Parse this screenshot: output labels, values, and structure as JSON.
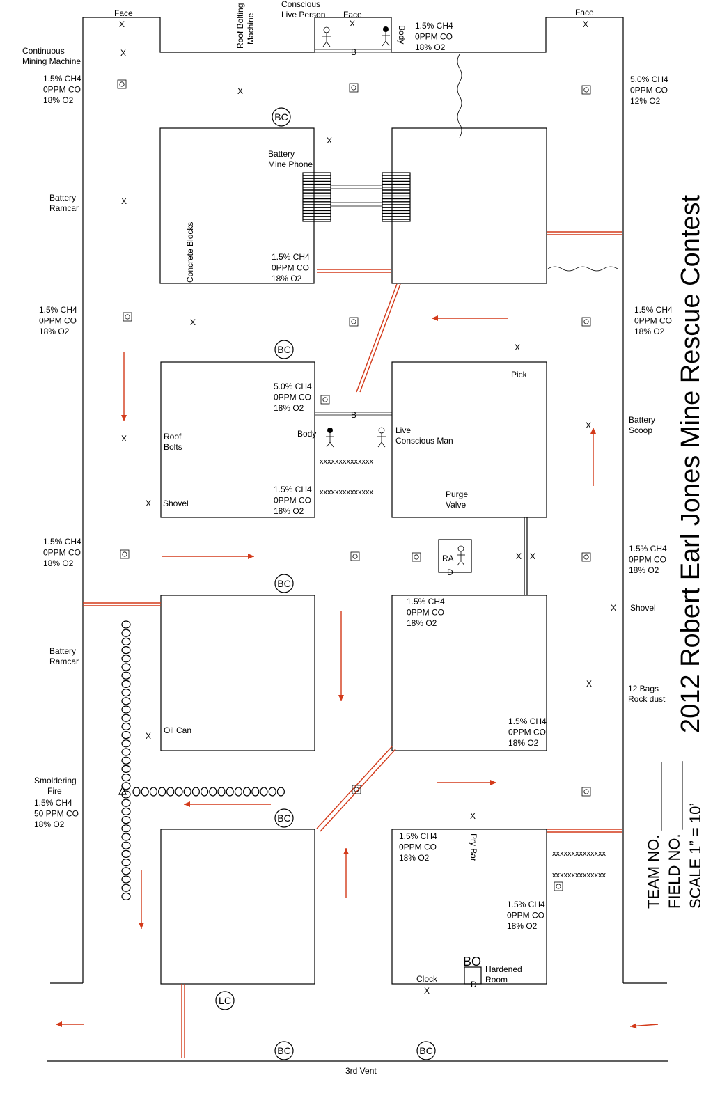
{
  "title": "2012 Robert Earl Jones Mine Rescue Contest",
  "footer": {
    "team_no": "TEAM NO. ________",
    "field_no": "FIELD NO. ________",
    "scale": "SCALE  1” = 10’"
  },
  "bottom_label": "3rd Vent",
  "face_label": "Face",
  "x_mark": "X",
  "fan_mark": "◎",
  "texts": {
    "continuous_mining_machine": [
      "Continuous",
      "Mining Machine"
    ],
    "roof_bolting_machine": [
      "Roof Bolting",
      "Machine"
    ],
    "conscious_live_person": [
      "Conscious",
      "Live Person"
    ],
    "body": "Body",
    "battery_mine_phone": [
      "Battery",
      "Mine Phone"
    ],
    "concrete_blocks": "Concrete Blocks",
    "battery_ramcar": [
      "Battery",
      "Ramcar"
    ],
    "roof_bolts": [
      "Roof",
      "Bolts"
    ],
    "shovel": "Shovel",
    "pick": "Pick",
    "live_conscious_man": [
      "Live",
      "Conscious Man"
    ],
    "purge_valve": [
      "Purge",
      "Valve"
    ],
    "battery_scoop": [
      "Battery",
      "Scoop"
    ],
    "oil_can": "Oil Can",
    "smoldering_fire": [
      "Smoldering",
      "Fire"
    ],
    "rock_dust": [
      "12 Bags",
      "Rock dust"
    ],
    "pry_bar": "Pry Bar",
    "clock": "Clock",
    "hardened_room": [
      "Hardened",
      "Room"
    ],
    "rubble": "xxxxxxxxxxxxxx",
    "bc": "BC",
    "lc": "LC",
    "bo": "BO",
    "ra": "RA",
    "b": "B",
    "d": "D"
  },
  "gas_readings": [
    {
      "id": "g1",
      "lines": [
        "1.5% CH4",
        "0PPM CO",
        "18% O2"
      ]
    },
    {
      "id": "g2",
      "lines": [
        "1.5% CH4",
        "0PPM CO",
        "18% O2"
      ]
    },
    {
      "id": "g3",
      "lines": [
        "5.0% CH4",
        "0PPM CO",
        "12% O2"
      ]
    },
    {
      "id": "g4",
      "lines": [
        "1.5% CH4",
        "0PPM CO",
        "18% O2"
      ]
    },
    {
      "id": "g5",
      "lines": [
        "1.5% CH4",
        "0PPM CO",
        "18% O2"
      ]
    },
    {
      "id": "g6",
      "lines": [
        "1.5% CH4",
        "0PPM CO",
        "18% O2"
      ]
    },
    {
      "id": "g7",
      "lines": [
        "5.0% CH4",
        "0PPM CO",
        "18% O2"
      ]
    },
    {
      "id": "g8",
      "lines": [
        "1.5% CH4",
        "0PPM CO",
        "18% O2"
      ]
    },
    {
      "id": "g9",
      "lines": [
        "1.5% CH4",
        "0PPM CO",
        "18% O2"
      ]
    },
    {
      "id": "g10",
      "lines": [
        "1.5% CH4",
        "0PPM CO",
        "18% O2"
      ]
    },
    {
      "id": "g11",
      "lines": [
        "1.5% CH4",
        "0PPM CO",
        "18% O2"
      ]
    },
    {
      "id": "g12",
      "lines": [
        "1.5% CH4",
        "0PPM CO",
        "18% O2"
      ]
    },
    {
      "id": "g13",
      "lines": [
        "1.5% CH4",
        "50 PPM CO",
        "18% O2"
      ]
    },
    {
      "id": "g14",
      "lines": [
        "1.5% CH4",
        "0PPM CO",
        "18% O2"
      ]
    },
    {
      "id": "g15",
      "lines": [
        "1.5% CH4",
        "0PPM CO",
        "18% O2"
      ]
    }
  ],
  "colors": {
    "airflow_arrow": "#d33a1a",
    "line": "#000000"
  }
}
